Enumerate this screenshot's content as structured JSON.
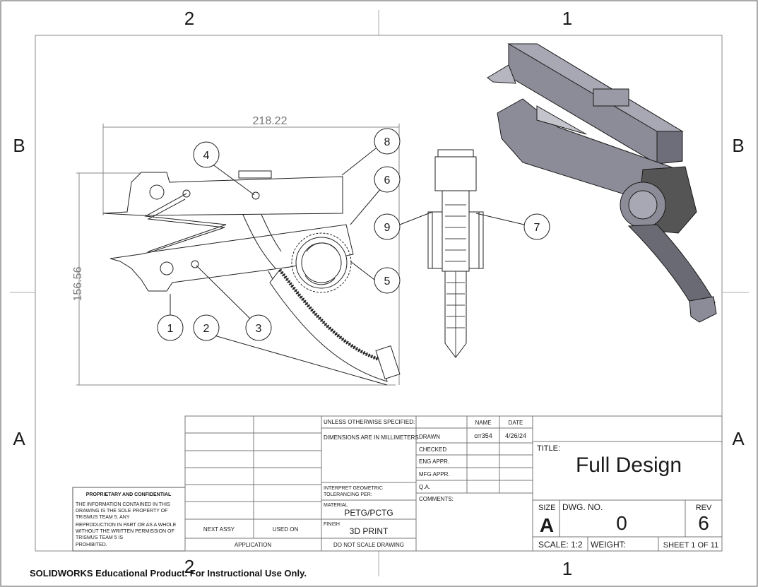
{
  "zones": {
    "top_left": "2",
    "top_right": "1",
    "bottom_left": "2",
    "bottom_right": "1",
    "left_upper": "B",
    "right_upper": "B",
    "left_lower": "A",
    "right_lower": "A"
  },
  "dimensions": {
    "width": "218.22",
    "height": "156.56"
  },
  "balloons": [
    "1",
    "2",
    "3",
    "4",
    "5",
    "6",
    "7",
    "8",
    "9"
  ],
  "title_block": {
    "unless_specified": "UNLESS OTHERWISE SPECIFIED:",
    "dimensions_unit": "DIMENSIONS ARE IN MILLIMETERS",
    "interpret_tolerancing": "INTERPRET GEOMETRIC TOLERANCING PER:",
    "interpret_line1": "INTERPRET GEOMETRIC",
    "interpret_line2": "TOLERANCING PER:",
    "material_label": "MATERIAL",
    "material": "PETG/PCTG",
    "finish_label": "FINISH",
    "finish": "3D PRINT",
    "no_scale": "DO NOT SCALE DRAWING",
    "name_header": "NAME",
    "date_header": "DATE",
    "rows": [
      {
        "label": "DRAWN",
        "name": "crr354",
        "date": "4/26/24"
      },
      {
        "label": "CHECKED",
        "name": "",
        "date": ""
      },
      {
        "label": "ENG APPR.",
        "name": "",
        "date": ""
      },
      {
        "label": "MFG APPR.",
        "name": "",
        "date": ""
      },
      {
        "label": "Q.A.",
        "name": "",
        "date": ""
      }
    ],
    "comments_label": "COMMENTS:",
    "title_label": "TITLE:",
    "title": "Full Design",
    "size_label": "SIZE",
    "size": "A",
    "dwg_no_label": "DWG.  NO.",
    "dwg_no": "0",
    "rev_label": "REV",
    "rev": "6",
    "scale": "SCALE: 1:2",
    "weight": "WEIGHT:",
    "sheet": "SHEET 1 OF 11",
    "next_assy": "NEXT ASSY",
    "used_on": "USED ON",
    "application": "APPLICATION"
  },
  "proprietary": {
    "title": "PROPRIETARY AND CONFIDENTIAL",
    "lines": [
      "THE INFORMATION CONTAINED IN THIS",
      "DRAWING IS THE SOLE PROPERTY OF",
      "TRISMUS TEAM 5.  ANY",
      "REPRODUCTION IN PART OR AS A WHOLE",
      "WITHOUT THE WRITTEN PERMISSION OF",
      "TRISMUS TEAM 5 IS",
      "PROHIBITED."
    ]
  },
  "watermark": "SOLIDWORKS Educational Product. For Instructional Use Only."
}
